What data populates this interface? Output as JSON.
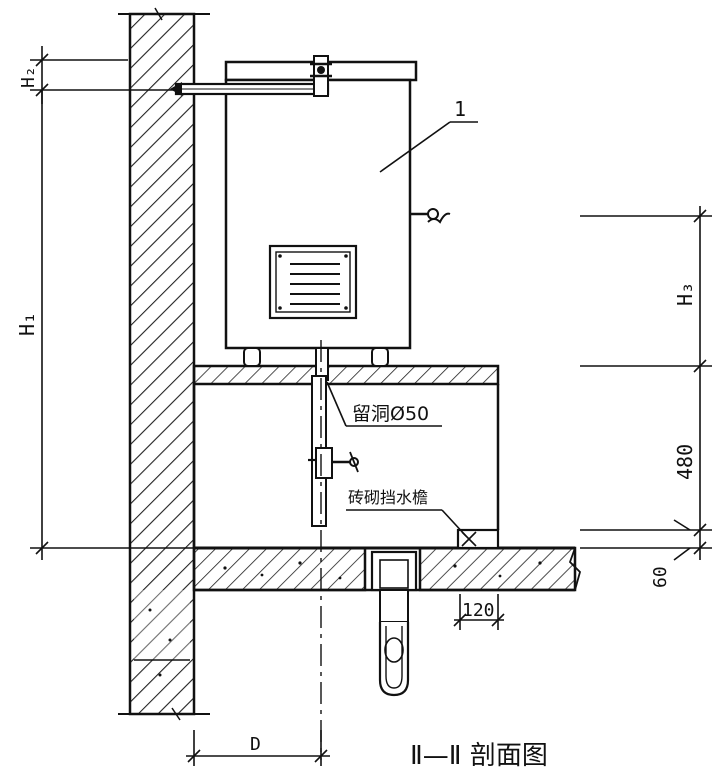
{
  "labels": {
    "part_number": "1",
    "dim_h2": "H₂",
    "dim_h1": "H₁",
    "dim_h3": "H₃",
    "dim_480": "480",
    "dim_60": "60",
    "dim_120": "120",
    "dim_d": "D",
    "reserved_hole": "留洞Ø50",
    "brick_water_stop": "砖砌挡水檐",
    "section_title": "Ⅱ—Ⅱ 剖面图"
  },
  "colors": {
    "line": "#111111",
    "hatch": "#222222",
    "background": "#ffffff"
  }
}
